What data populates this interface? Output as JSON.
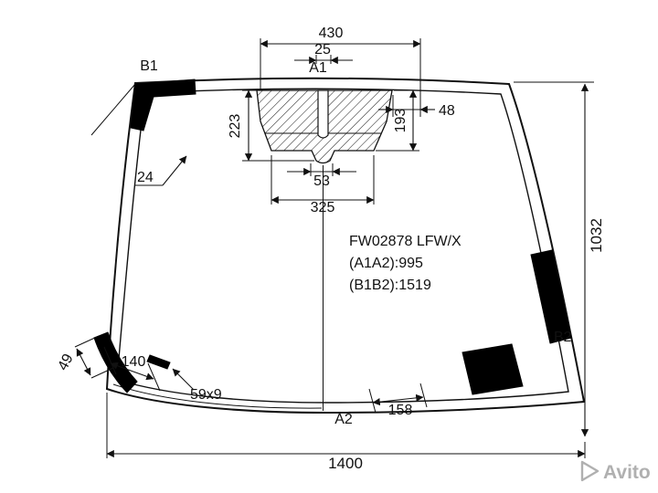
{
  "diagram": {
    "part_code": "FW02878 LFW/X",
    "a_distance": "(A1A2):995",
    "b_distance": "(B1B2):1519",
    "points": {
      "a1": "A1",
      "a2": "A2",
      "b1": "B1",
      "b2": "B2"
    },
    "dims": {
      "d430": "430",
      "d25": "25",
      "d223": "223",
      "d193": "193",
      "d48": "48",
      "d24": "24",
      "d53": "53",
      "d325": "325",
      "d1032": "1032",
      "d1400": "1400",
      "d49": "49",
      "d140": "140",
      "d59x9": "59x9",
      "d158": "158"
    }
  },
  "watermark": {
    "brand": "Avito"
  },
  "colors": {
    "line": "#111111",
    "blackout": "#000000",
    "watermark": "#b0b0b0"
  }
}
